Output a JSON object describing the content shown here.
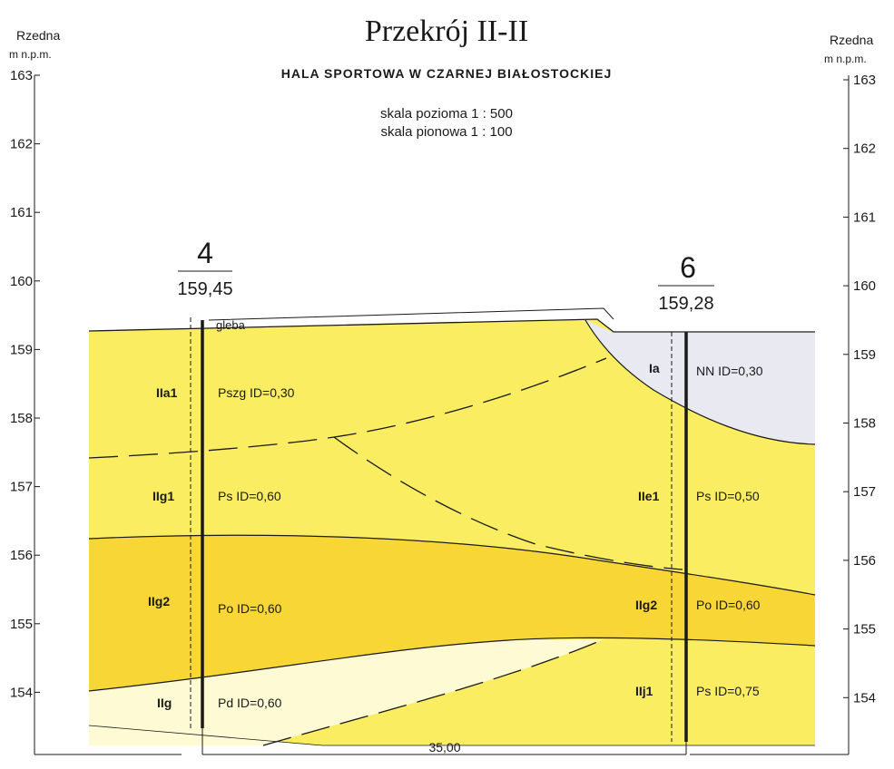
{
  "title": "Przekrój II-II",
  "subtitle": "HALA SPORTOWA W CZARNEJ BIAŁOSTOCKIEJ",
  "scale_horizontal": "skala pozioma 1 : 500",
  "scale_vertical": "skala pionowa 1 : 100",
  "axis": {
    "label_line1": "Rzedna",
    "label_line2": "m n.p.m.",
    "ticks": [
      "163",
      "162",
      "161",
      "160",
      "159",
      "158",
      "157",
      "156",
      "155",
      "154"
    ]
  },
  "boreholes": [
    {
      "number": "4",
      "elevation": "159,45"
    },
    {
      "number": "6",
      "elevation": "159,28"
    }
  ],
  "distance": "35,00",
  "topsoil_label": "gleba",
  "layers": [
    {
      "symbol": "IIa1",
      "description": "Pszg ID=0,30"
    },
    {
      "symbol": "IIg1",
      "description": "Ps ID=0,60"
    },
    {
      "symbol": "IIg2",
      "description": "Po ID=0,60"
    },
    {
      "symbol": "IIg",
      "description": "Pd ID=0,60"
    },
    {
      "symbol": "Ia",
      "description": "NN ID=0,30"
    },
    {
      "symbol": "IIe1",
      "description": "Ps ID=0,50"
    },
    {
      "symbol": "IIg2",
      "description": "Po ID=0,60"
    },
    {
      "symbol": "IIj1",
      "description": "Ps ID=0,75"
    }
  ],
  "colors": {
    "light_yellow": "#fbed61",
    "dark_yellow": "#f8d635",
    "pale_yellow": "#fefbd4",
    "fill_gray": "#e9e9f1",
    "line": "#1a1a1a"
  }
}
